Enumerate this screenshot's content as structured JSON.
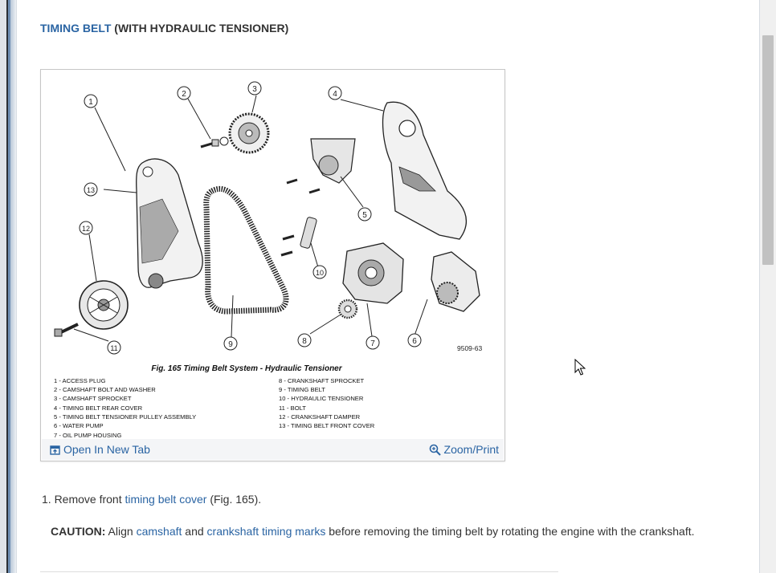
{
  "heading": {
    "link": "TIMING BELT",
    "rest": " (WITH HYDRAULIC TENSIONER)"
  },
  "figure": {
    "ref_code": "9509-63",
    "caption": "Fig. 165 Timing Belt System - Hydraulic Tensioner",
    "callouts": [
      "1",
      "2",
      "3",
      "4",
      "5",
      "6",
      "7",
      "8",
      "9",
      "10",
      "11",
      "12",
      "13"
    ],
    "legend_left": [
      "1 - ACCESS PLUG",
      "2 - CAMSHAFT BOLT AND WASHER",
      "3 - CAMSHAFT SPROCKET",
      "4 - TIMING BELT REAR COVER",
      "5 - TIMING BELT TENSIONER PULLEY ASSEMBLY",
      "6 - WATER PUMP",
      "7 - OIL PUMP HOUSING"
    ],
    "legend_right": [
      "8 - CRANKSHAFT SPROCKET",
      "9 - TIMING BELT",
      "10 - HYDRAULIC TENSIONER",
      "11 - BOLT",
      "12 - CRANKSHAFT DAMPER",
      "13 - TIMING BELT FRONT COVER"
    ],
    "open_tab_label": "Open In New Tab",
    "zoom_label": "Zoom/Print"
  },
  "step1": {
    "prefix": "1. Remove front ",
    "link": "timing belt cover",
    "suffix": " (Fig. 165)."
  },
  "caution": {
    "label": "CAUTION:",
    "t1": " Align ",
    "link1": "camshaft",
    "t2": " and ",
    "link2": "crankshaft timing marks",
    "t3": " before removing the timing belt by rotating the engine with the crankshaft."
  },
  "colors": {
    "link": "#2a64a3",
    "text": "#333333",
    "figure_bar": "#f4f5f7"
  }
}
